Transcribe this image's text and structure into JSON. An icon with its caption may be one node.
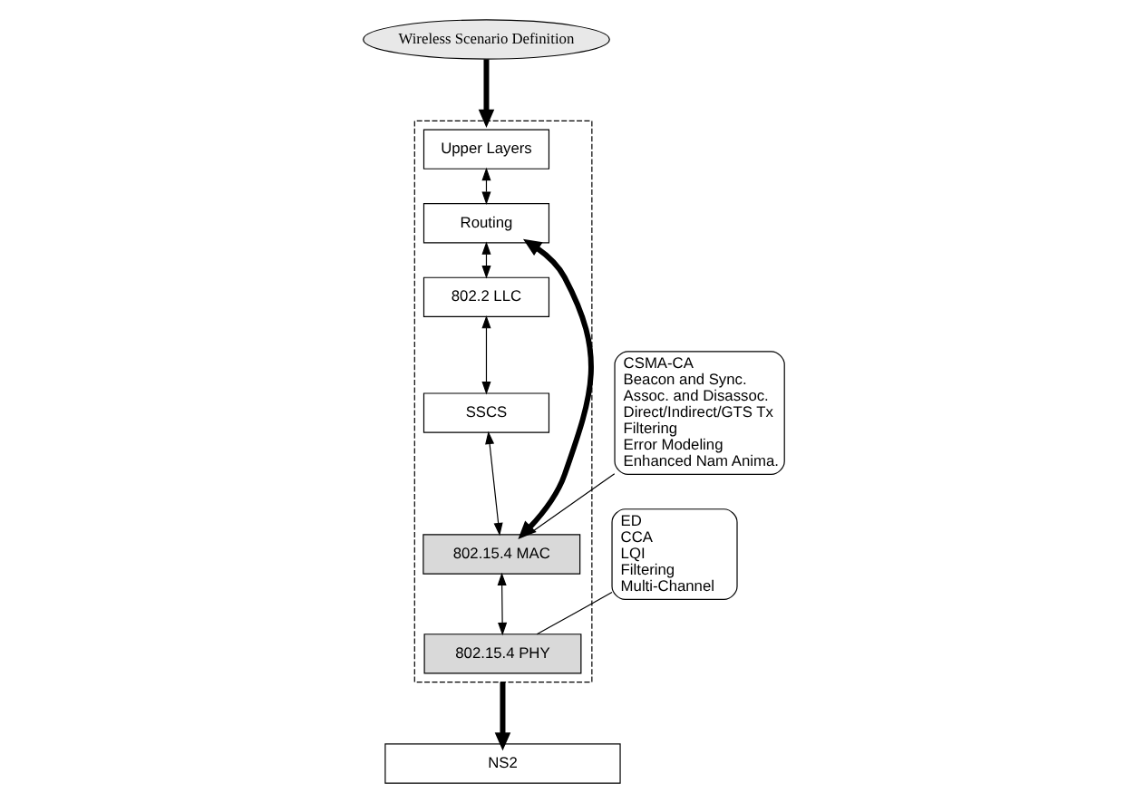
{
  "diagram": {
    "nodes": [
      {
        "text": [
          "Wireless Scenario Definition"
        ]
      },
      {
        "text": [],
        "shape": "box"
      },
      {
        "text": [
          "Upper Layers"
        ],
        "in": 1
      },
      {
        "text": [
          "Routing"
        ],
        "in": 1
      },
      {
        "text": [
          "802.2 LLC"
        ],
        "in": 1
      },
      {
        "text": [
          "SSCS"
        ],
        "in": 1
      },
      {
        "text": [
          "802.15.4 MAC"
        ],
        "in": 1
      },
      {
        "text": [
          "802.15.4 PHY"
        ],
        "in": 1
      },
      {
        "text": [
          "NS2"
        ]
      },
      {
        "text": [
          "ED",
          "CCA",
          "LQI",
          "Filtering",
          "Multi-Channel"
        ]
      },
      {
        "text": [
          "CSMA-CA",
          "Beacon and Sync.",
          "Assoc. and Disassoc.",
          "Direct/Indirect/GTS Tx",
          "Filtering",
          "Error Modeling",
          "Enhanced Nam Anima."
        ]
      }
    ],
    "edges": [
      {
        "from": 0,
        "to": 1,
        "arrow": "to",
        "style": "thick"
      },
      {
        "from": 2,
        "to": 3,
        "arrow": "both"
      },
      {
        "from": 3,
        "to": 4,
        "arrow": "both"
      },
      {
        "from": 4,
        "to": 5,
        "arrow": "both"
      },
      {
        "from": 5,
        "to": 6,
        "arrow": "both"
      },
      {
        "from": 6,
        "to": 7,
        "arrow": "both"
      },
      {
        "from": 3,
        "to": 6,
        "arrow": "both",
        "style": "thick"
      },
      {
        "from": 1,
        "to": 8,
        "arrow": "to",
        "style": "thick"
      },
      {
        "from": 9,
        "to": 7,
        "arrow": "none"
      },
      {
        "from": 10,
        "to": 6,
        "arrow": "none"
      }
    ]
  }
}
